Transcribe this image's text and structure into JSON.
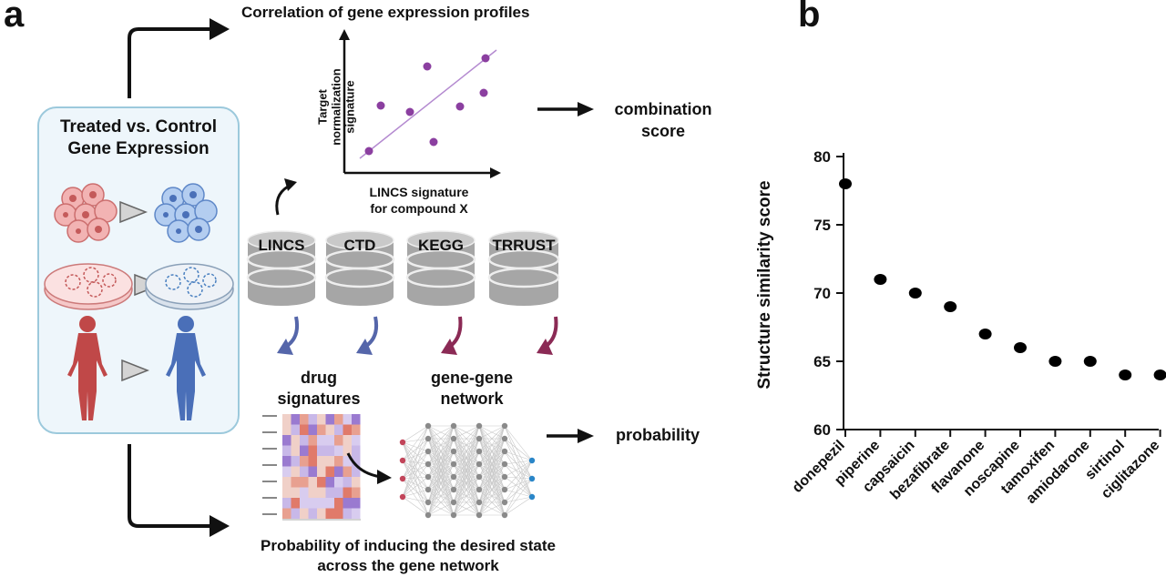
{
  "panel_a": {
    "letter": "a",
    "box_title_line1": "Treated vs. Control",
    "box_title_line2": "Gene Expression",
    "correlation_title": "Correlation of gene expression profiles",
    "scatter_ylabel_line1": "Target",
    "scatter_ylabel_line2": "normalization",
    "scatter_ylabel_line3": "signature",
    "scatter_xlabel_line1": "LINCS signature",
    "scatter_xlabel_line2": "for compound X",
    "combination_line1": "combination",
    "combination_line2": "score",
    "databases": [
      "LINCS",
      "CTD",
      "KEGG",
      "TRRUST"
    ],
    "drug_line1": "drug",
    "drug_line2": "signatures",
    "gene_line1": "gene-gene",
    "gene_line2": "network",
    "probability": "probability",
    "bottom_line1": "Probability of inducing the desired state",
    "bottom_line2": "across the gene network",
    "colors": {
      "box_fill": "#eef6fb",
      "box_border": "#9cc9dc",
      "scatter_point": "#8b3fa0",
      "fit_line": "#b48ad0",
      "arrow_blue": "#5566aa",
      "arrow_maroon": "#8b2a55",
      "treated": "#c04848",
      "control": "#4a6fb8"
    }
  },
  "panel_b": {
    "letter": "b"
  },
  "chart_data": {
    "type": "scatter",
    "title": "",
    "xlabel": "",
    "ylabel": "Structure similarity score",
    "categories": [
      "donepezil",
      "piperine",
      "capsaicin",
      "bezafibrate",
      "flavanone",
      "noscapine",
      "tamoxifen",
      "amiodarone",
      "sirtinol",
      "ciglitazone"
    ],
    "values": [
      78,
      71,
      70,
      69,
      67,
      66,
      65,
      65,
      64,
      64
    ],
    "ylim": [
      60,
      80
    ],
    "yticks": [
      "60",
      "65",
      "70",
      "75",
      "80"
    ],
    "grid": false,
    "legend": "none",
    "point_color": "#000000"
  }
}
